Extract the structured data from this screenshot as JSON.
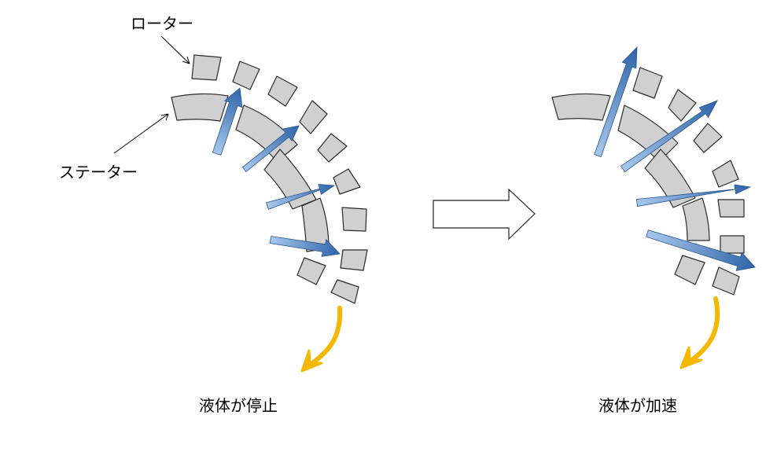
{
  "labels": {
    "rotor": "ローター",
    "stator": "ステーター",
    "left_caption": "液体が停止",
    "right_caption": "液体が加速"
  },
  "colors": {
    "segment_fill": "#d0d0d0",
    "segment_stroke": "#2a2a2a",
    "arrow_dark": "#2e64a8",
    "arrow_light": "#a8c8ec",
    "flow_arrow": "#f5b800",
    "background": "#ffffff"
  }
}
